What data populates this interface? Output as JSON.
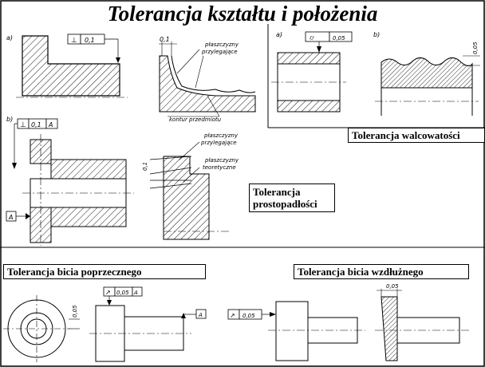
{
  "title": "Tolerancja kształtu i położenia",
  "labels": {
    "walcowatosci": "Tolerancja walcowatości",
    "prostopadlosci_1": "Tolerancja",
    "prostopadlosci_2": "prostopadłości",
    "bicia_poprzecznego": "Tolerancja bicia poprzecznego",
    "bicia_wzdluznego": "Tolerancja bicia wzdłużnego"
  },
  "annotations": {
    "part_a": "a)",
    "part_b": "b)",
    "part_a2": "a)",
    "part_b2": "b)",
    "tol_perp_a": "0,1",
    "dim_01_top": "0,1",
    "plaszczyzny_przylegajace_1": "płaszczyzny",
    "plaszczyzny_przylegajace_2": "przylegające",
    "kontur": "kontur przedmiotu",
    "tol_perp_b": "0,1",
    "datum_b": "A",
    "datum_marker": "A",
    "dim_01_b": "0,1",
    "pp_b_1": "płaszczyzny",
    "pp_b_2": "przylegające",
    "pt_b_1": "płaszczyzny",
    "pt_b_2": "teoretyczne",
    "cyl_tol": "0,05",
    "cyl_dim": "0,05",
    "runout_dim": "0,05",
    "runout_tol": "0,05",
    "runout_datum": "A",
    "runout_A": "A",
    "axial_tol": "0,05",
    "axial_dim": "0,05"
  }
}
